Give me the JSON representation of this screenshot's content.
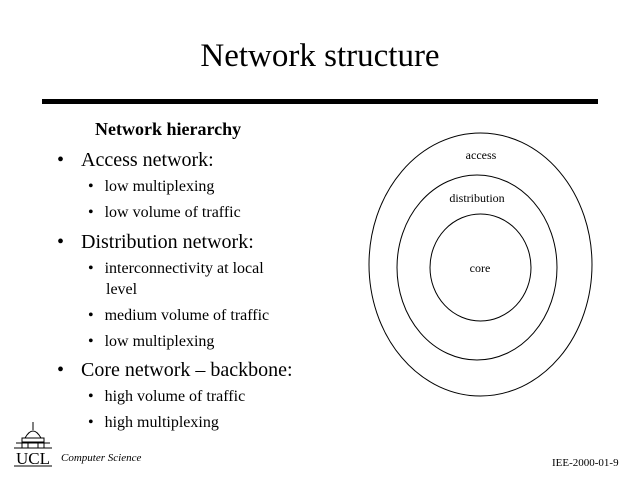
{
  "title": "Network structure",
  "subheading": "Network hierarchy",
  "bullets": [
    {
      "label": "Access network:",
      "sub": [
        "low multiplexing",
        "low volume of traffic"
      ]
    },
    {
      "label": "Distribution network:",
      "sub": [
        "interconnectivity at local level",
        "medium volume of traffic",
        "low multiplexing"
      ]
    },
    {
      "label": "Core network – backbone:",
      "sub": [
        "high volume of traffic",
        "high multiplexing"
      ]
    }
  ],
  "sub_wrapped": {
    "line1": "interconnectivity at local",
    "line2": "level"
  },
  "diagram": {
    "outer": "access",
    "middle": "distribution",
    "inner": "core"
  },
  "footer": {
    "logo": "UCL",
    "dept": "Computer Science",
    "code": "IEE-2000-01-9"
  }
}
